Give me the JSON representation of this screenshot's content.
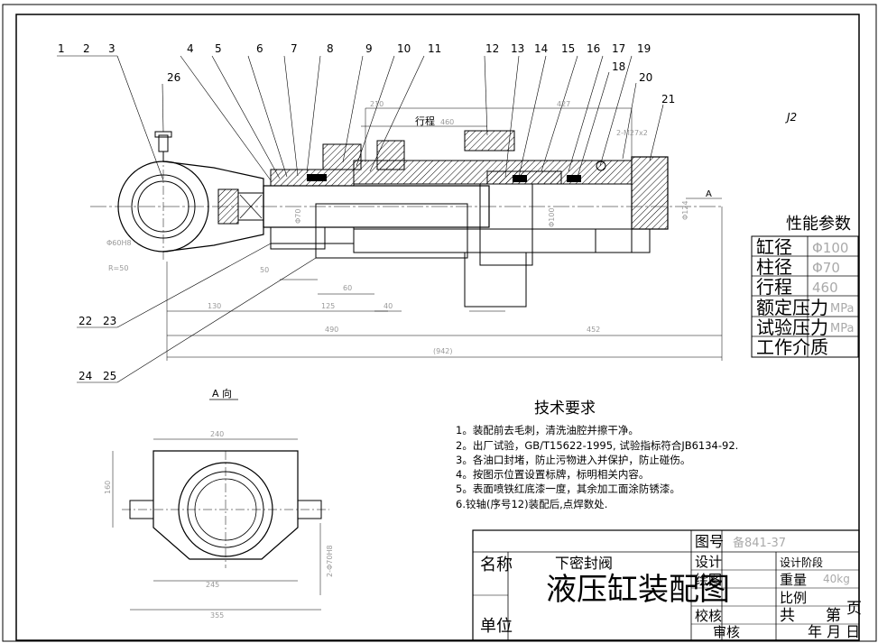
{
  "part_numbers": [
    "1",
    "2",
    "3",
    "4",
    "5",
    "6",
    "7",
    "8",
    "9",
    "10",
    "11",
    "12",
    "13",
    "14",
    "15",
    "16",
    "17",
    "18",
    "19",
    "20",
    "21",
    "22",
    "23",
    "24",
    "25",
    "26"
  ],
  "view_label": "A 向",
  "direction_marker": "A",
  "section_mark": "J2",
  "dims": {
    "stroke_label": "行程",
    "stroke": "460",
    "top_210": "210",
    "top_427": "427",
    "port": "2-M27x2",
    "phi60": "Φ60H8",
    "r50": "R=50",
    "d50": "50",
    "d130": "130",
    "d125": "125",
    "d60": "60",
    "d40": "40",
    "d490": "490",
    "d452": "452",
    "d942": "(942)",
    "a_240": "240",
    "a_245": "245",
    "a_355": "355",
    "a_160": "160",
    "a_hole": "2-Φ70H8",
    "phi_left": "Φ70",
    "phi_mid": "Φ100",
    "phi_right": "Φ124"
  },
  "performance": {
    "title": "性能参数",
    "rows": [
      {
        "label": "缸径",
        "value": "Φ100"
      },
      {
        "label": "柱径",
        "value": "Φ70"
      },
      {
        "label": "行程",
        "value": "460"
      },
      {
        "label": "额定压力",
        "value": "MPa"
      },
      {
        "label": "试验压力",
        "value": "MPa"
      },
      {
        "label": "工作介质",
        "value": ""
      }
    ]
  },
  "tech": {
    "title": "技术要求",
    "lines": [
      "1。装配前去毛刺，清洗油腔并擦干净。",
      "2。出厂试验，GB/T15622-1995,     试验指标符合JB6134-92.",
      "3。各油口封堵，防止污物进入并保护，防止碰伤。",
      "4。按图示位置设置标牌，标明相关内容。",
      "5。表面喷铁红底漆一度，其余加工面涂防锈漆。",
      "6.铰轴(序号12)装配后,点焊数处."
    ]
  },
  "title_block": {
    "title": "液压缸装配图",
    "seal_note": "下密封阀",
    "drawing_no_label": "图号",
    "drawing_no": "备841-37",
    "design_stage_label": "设计阶段",
    "weight_label": "重量",
    "weight_value": "40kg",
    "scale_label": "比例",
    "name_label": "名称",
    "unit_label": "单位",
    "design_label": "设计",
    "check_label": "校核",
    "draw_label": "绘图",
    "review_label": "审核",
    "sheets_label": "共",
    "sheet_label": "第",
    "page_label": "页",
    "date_label": "年 月 日"
  },
  "colors": {
    "line": "#000000",
    "dim": "#999999",
    "hatch": "#000000"
  }
}
